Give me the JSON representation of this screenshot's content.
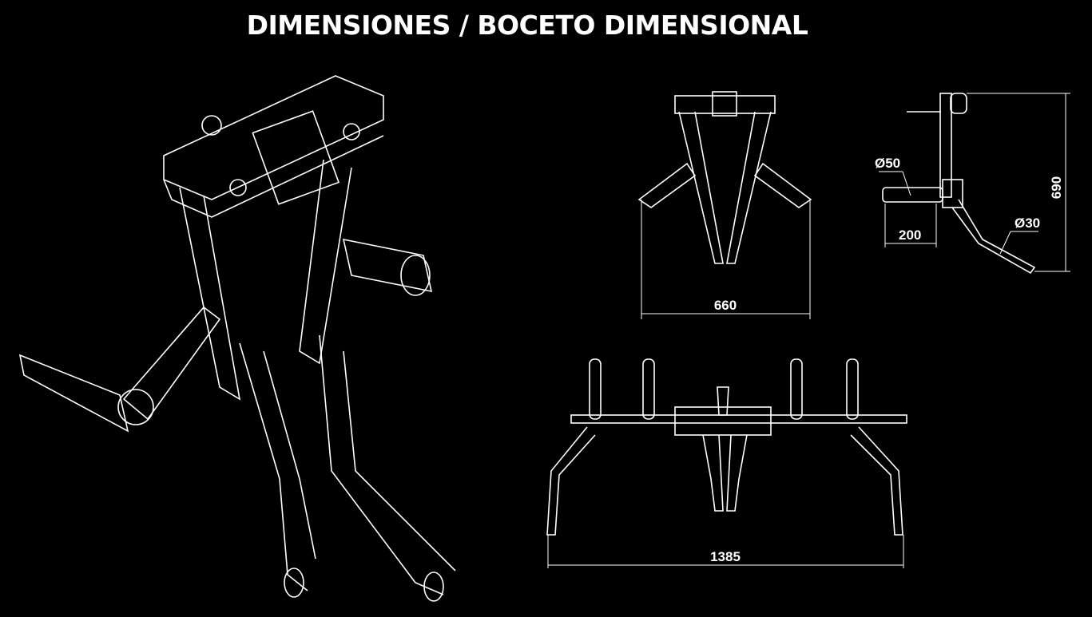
{
  "title": "DIMENSIONES / BOCETO DIMENSIONAL",
  "dimensions": {
    "front_width": "660",
    "side_height": "690",
    "handle_diameter": "Ø50",
    "handle_length": "200",
    "lever_diameter": "Ø30",
    "top_width": "1385"
  }
}
